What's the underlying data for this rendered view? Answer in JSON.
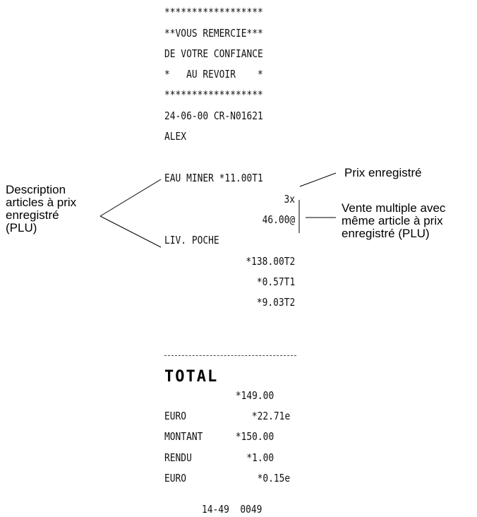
{
  "receipt": {
    "lines": [
      "******************",
      "**VOUS REMERCIE***",
      "DE VOTRE CONFIANCE",
      "*   AU REVOIR    *",
      "******************",
      "24-06-00 CR-N01621",
      "ALEX",
      "EAU MINER *11.00T1",
      "3x",
      "46.00@",
      "LIV. POCHE",
      "*138.00T2",
      "*0.57T1",
      "*9.03T2"
    ],
    "total_label": "TOTAL",
    "total_value": "*149.00",
    "euro1_label": "EURO",
    "euro1_value": "*22.71e",
    "montant_label": "MONTANT",
    "montant_value": "*150.00",
    "rendu_label": "RENDU",
    "rendu_value": "*1.00",
    "euro2_label": "EURO",
    "euro2_value": "*0.15e",
    "footer": "14-49  0049"
  },
  "annotations": {
    "description_plu": "Description\narticles à prix\nenregistré\n(PLU)",
    "prix_enregistre": "Prix enregistré",
    "vente_multiple": "Vente multiple avec\nmême article à prix\nenregistré (PLU)"
  }
}
